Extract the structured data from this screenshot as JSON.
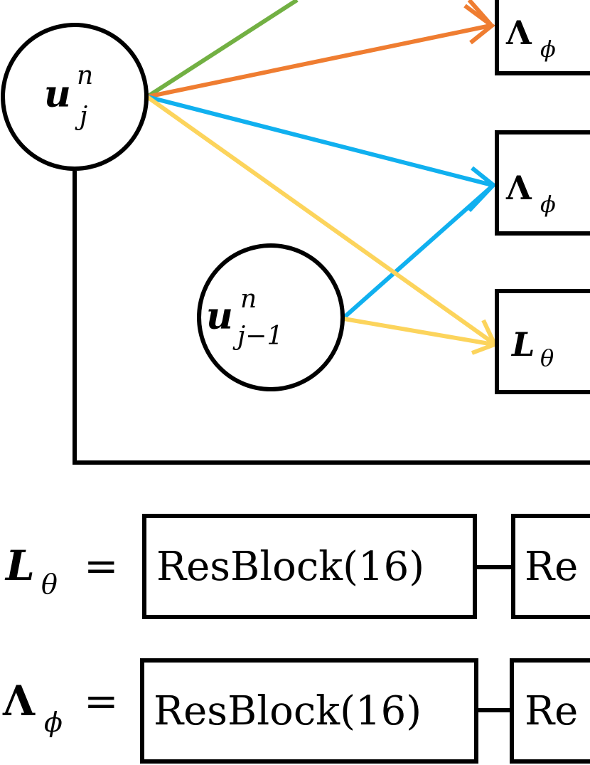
{
  "colors": {
    "green": "#72b043",
    "orange": "#ef7d31",
    "blue": "#10b0ef",
    "yellow": "#fcd45c",
    "black": "#000000"
  },
  "nodes": {
    "u_j_n": {
      "base": "u",
      "sup": "n",
      "sub": "j"
    },
    "u_jm1_n": {
      "base": "u",
      "sup": "n",
      "sub": "j−1"
    }
  },
  "boxes": {
    "lambda_top": {
      "base": "Λ",
      "sub": "ϕ"
    },
    "lambda_mid": {
      "base": "Λ",
      "sub": "ϕ"
    },
    "l_theta": {
      "base": "L",
      "sub": "θ"
    }
  },
  "definitions": {
    "l_theta_row": {
      "lhs_base": "L",
      "lhs_sub": "θ",
      "equals": "=",
      "block1": "ResBlock(16)",
      "block2": "Re"
    },
    "lambda_row": {
      "lhs_base": "Λ",
      "lhs_sub": "ϕ",
      "equals": "=",
      "block1": "ResBlock(16)",
      "block2": "Re"
    }
  }
}
